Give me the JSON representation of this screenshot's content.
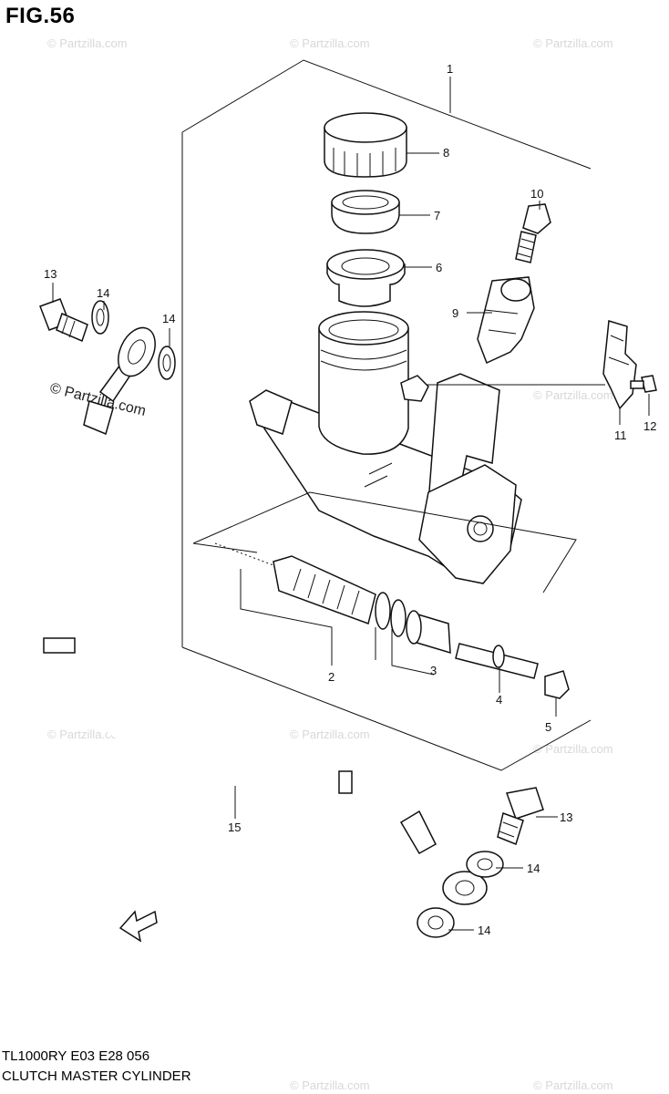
{
  "figure": {
    "title": "FIG.56",
    "model_code": "TL1000RY E03 E28 056",
    "name": "CLUTCH MASTER CYLINDER"
  },
  "watermark": {
    "text": "© Partzilla.com"
  },
  "callouts": {
    "c1": "1",
    "c2": "2",
    "c3": "3",
    "c4": "4",
    "c5": "5",
    "c6": "6",
    "c7": "7",
    "c8": "8",
    "c9": "9",
    "c10": "10",
    "c11": "11",
    "c12": "12",
    "c13a": "13",
    "c13b": "13",
    "c14a": "14",
    "c14b": "14",
    "c14c": "14",
    "c14d": "14",
    "c15": "15"
  },
  "icons": {
    "fwd_arrow": "FWD"
  }
}
